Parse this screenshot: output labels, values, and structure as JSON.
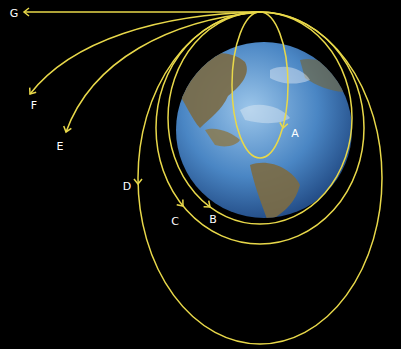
{
  "diagram": {
    "labels": [
      "G",
      "F",
      "E",
      "D",
      "C",
      "B",
      "A"
    ]
  }
}
